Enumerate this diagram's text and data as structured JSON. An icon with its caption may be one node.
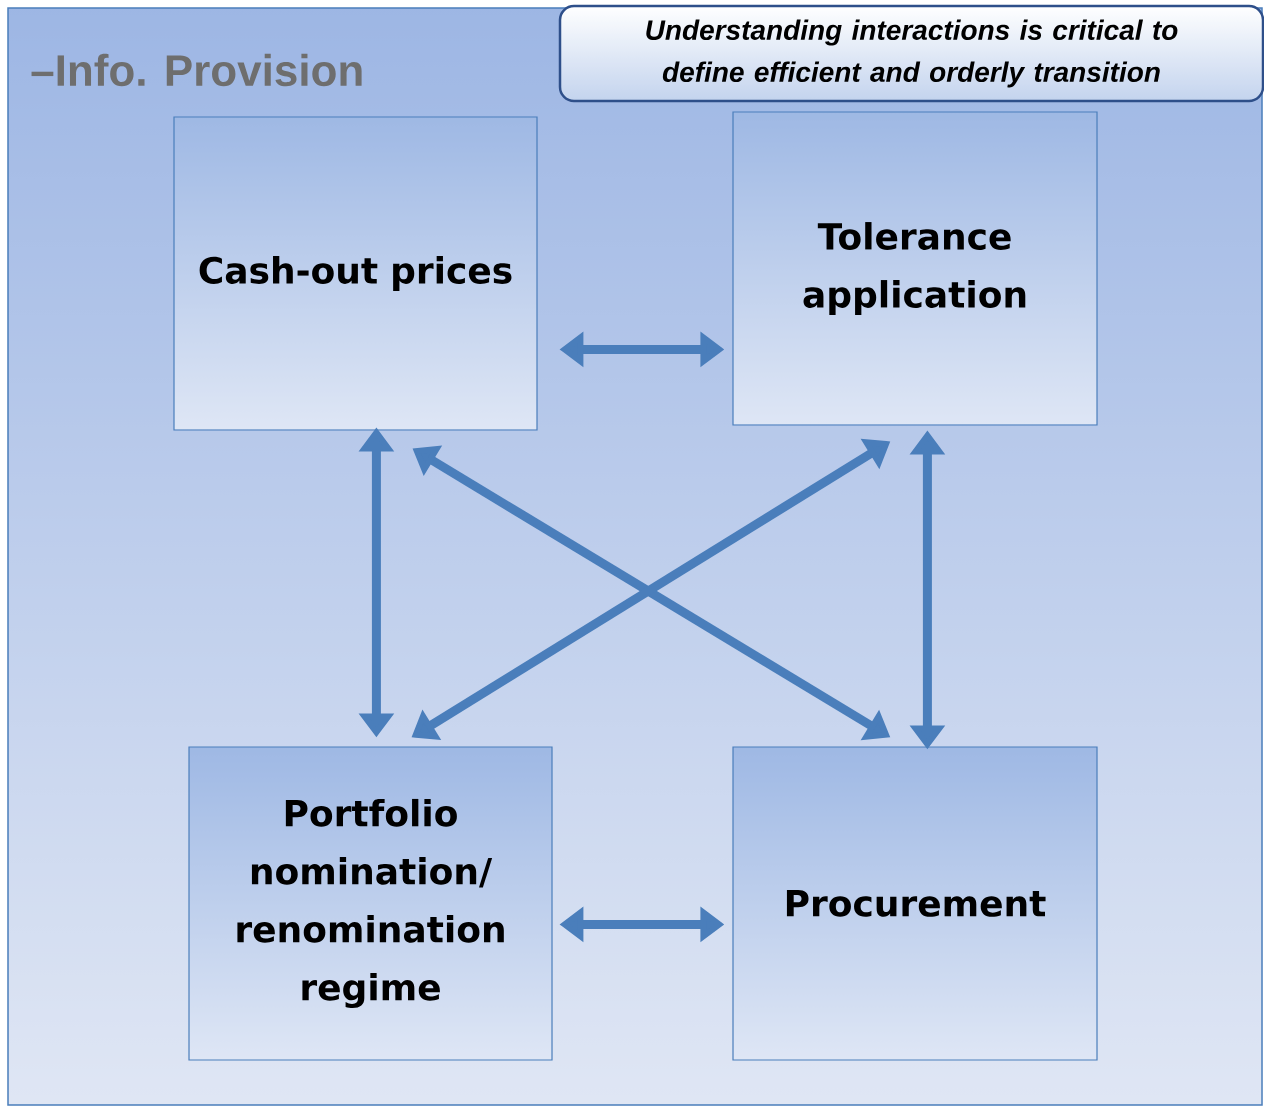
{
  "diagram": {
    "title": "–Info. Provision",
    "nodes": [
      {
        "text": [
          "Understanding interactions is critical to define efficient and orderly transition"
        ]
      },
      {
        "text": [
          "Cash-out prices"
        ]
      },
      {
        "text": [
          "Tolerance application"
        ]
      },
      {
        "text": [
          "Portfolio nomination/ renomination regime"
        ]
      },
      {
        "text": [
          "Procurement"
        ]
      }
    ],
    "edges": [
      {
        "from": 1,
        "to": 2,
        "arrow": "both"
      },
      {
        "from": 1,
        "to": 3,
        "arrow": "both"
      },
      {
        "from": 1,
        "to": 4,
        "arrow": "both"
      },
      {
        "from": 2,
        "to": 3,
        "arrow": "both"
      },
      {
        "from": 2,
        "to": 4,
        "arrow": "both"
      },
      {
        "from": 3,
        "to": 4,
        "arrow": "both"
      }
    ]
  }
}
